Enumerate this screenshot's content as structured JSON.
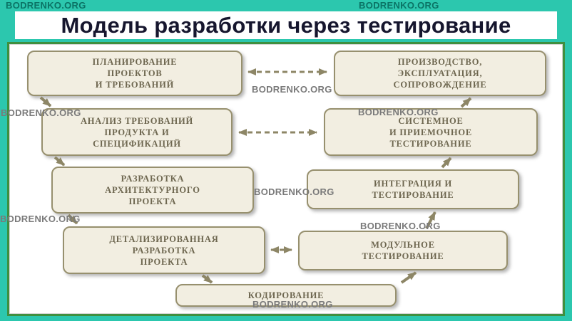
{
  "title": "Модель разработки через тестирование",
  "watermark": "BODRENKO.ORG",
  "boxes": {
    "planning": "ПЛАНИРОВАНИЕ\nПРОЕКТОВ\nИ ТРЕБОВАНИЙ",
    "production": "ПРОИЗВОДСТВО,\nЭКСПЛУАТАЦИЯ,\nСОПРОВОЖДЕНИЕ",
    "analysis": "АНАЛИЗ ТРЕБОВАНИЙ\nПРОДУКТА И\nСПЕЦИФИКАЦИЙ",
    "system_testing": "СИСТЕМНОЕ\nИ ПРИЕМОЧНОЕ\nТЕСТИРОВАНИЕ",
    "architecture": "РАЗРАБОТКА\nАРХИТЕКТУРНОГО\nПРОЕКТА",
    "integration": "ИНТЕГРАЦИЯ И\nТЕСТИРОВАНИЕ",
    "detailed": "ДЕТАЛИЗИРОВАННАЯ\nРАЗРАБОТКА\nПРОЕКТА",
    "module_testing": "МОДУЛЬНОЕ\nТЕСТИРОВАНИЕ",
    "coding": "КОДИРОВАНИЕ"
  },
  "colors": {
    "frame": "#2cc7ae",
    "panel_border": "#3f8f3f",
    "box_fill": "#f2eee1",
    "box_border": "#97906e",
    "box_text": "#6e6750",
    "arrow": "#8d8666",
    "title_text": "#16162e",
    "watermark_on_frame": "#0b7365",
    "watermark_on_panel": "#7a7a7a"
  }
}
